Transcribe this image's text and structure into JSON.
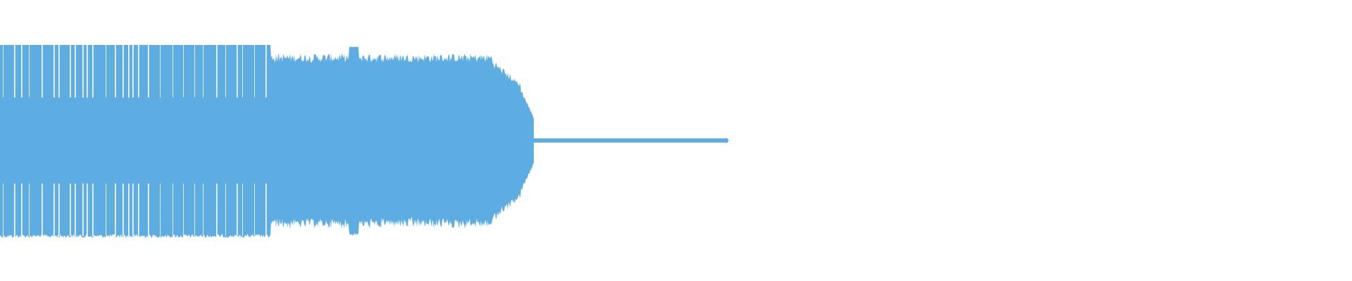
{
  "waveform": {
    "color": "#5dade2",
    "background": "#ffffff",
    "description_values": {
      "audio_fraction_of_width": 0.395,
      "silence_end_fraction_of_width": 0.537,
      "peak_amplitude": 1.0,
      "sustain_amplitude": 0.93
    }
  }
}
